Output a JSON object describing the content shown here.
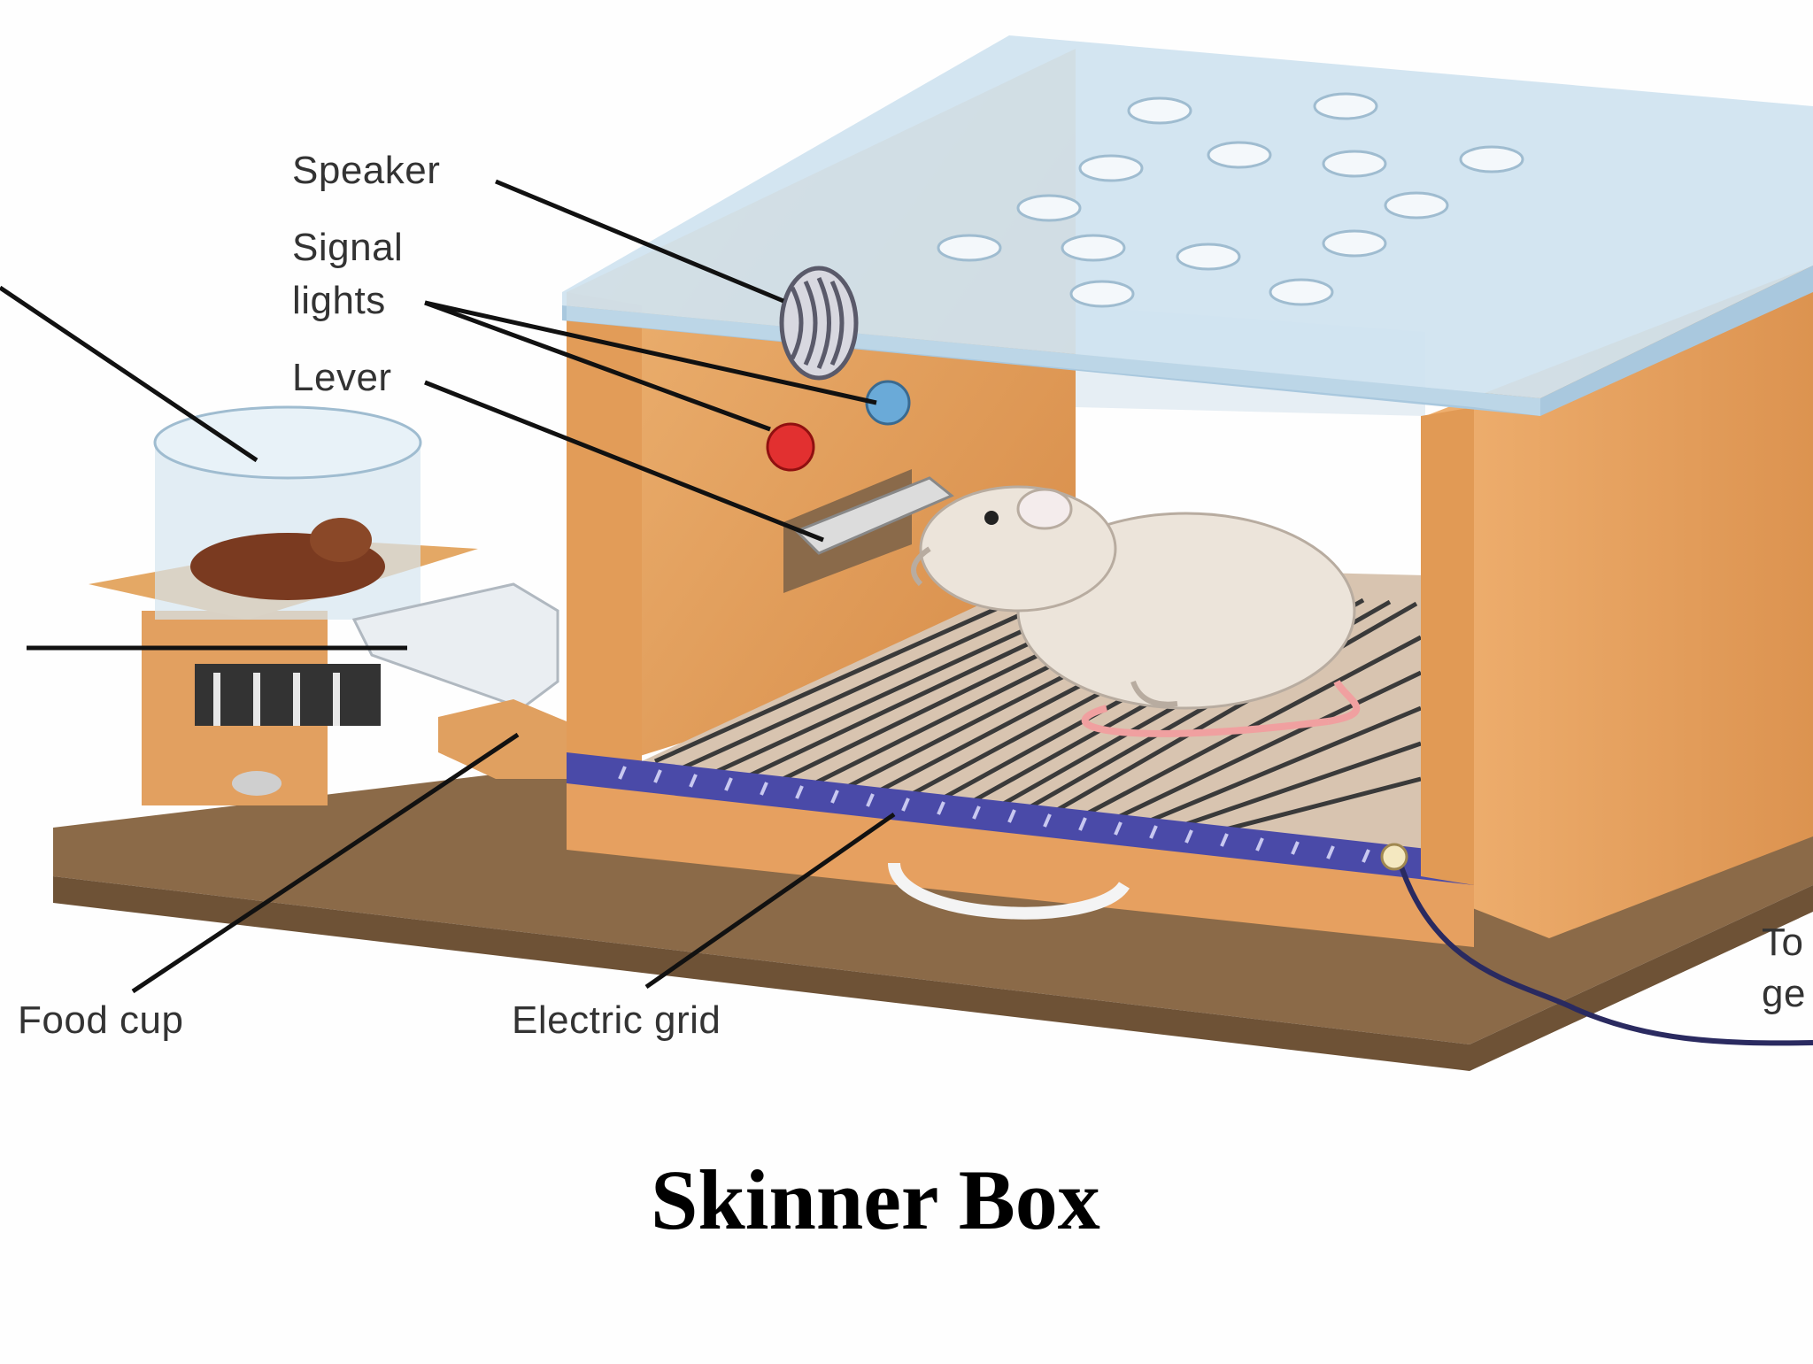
{
  "labels": {
    "speaker": "Speaker",
    "signal_lights_1": "Signal",
    "signal_lights_2": "lights",
    "lever": "Lever",
    "food_cup": "Food cup",
    "electric_grid": "Electric grid",
    "to_shock_1": "To",
    "to_shock_2": "ge"
  },
  "caption": "Skinner Box",
  "colors": {
    "wood": "#e8a868",
    "wood_dark": "#d18a48",
    "base": "#8b6a48",
    "glass": "#cfe3f0",
    "grid_bar": "#4a4aa8",
    "rat": "#ece4da",
    "tail": "#f0a0a0",
    "light_red": "#e23030",
    "light_blue": "#6aaad8",
    "wire": "#2a2a60"
  }
}
